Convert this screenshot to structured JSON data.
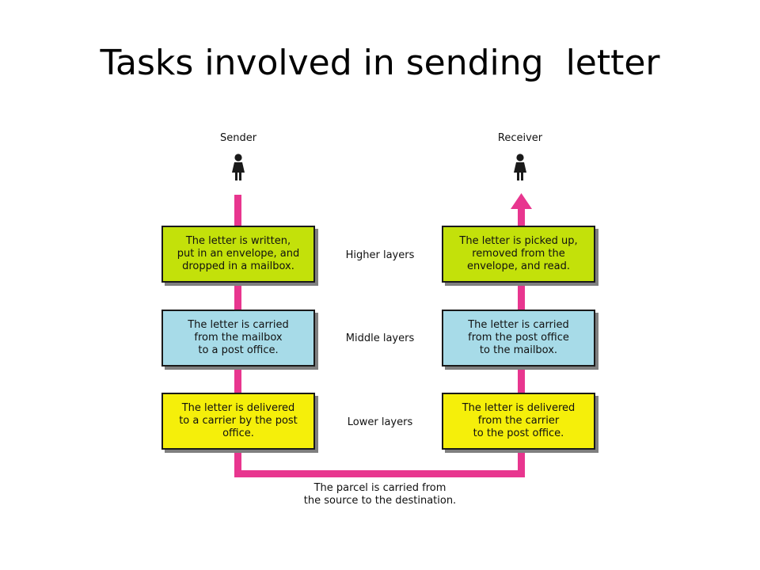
{
  "title": "Tasks involved in sending  letter",
  "colors": {
    "pipe": "#e8368f",
    "higher": "#c3e10a",
    "middle": "#a7dbe8",
    "lower": "#f5ef0a"
  },
  "sender": {
    "label": "Sender",
    "icon": "person-icon",
    "higher": "The letter is written,\nput in an envelope, and\ndropped in a mailbox.",
    "middle": "The letter is carried\nfrom the mailbox\nto a post office.",
    "lower": "The letter is delivered\nto a carrier by the post\noffice."
  },
  "receiver": {
    "label": "Receiver",
    "icon": "person-icon",
    "higher": "The letter is picked up,\nremoved from the\nenvelope, and read.",
    "middle": "The letter is carried\nfrom the post office\nto the mailbox.",
    "lower": "The letter is delivered\nfrom the carrier\nto the post office."
  },
  "layers": {
    "higher": "Higher layers",
    "middle": "Middle layers",
    "lower": "Lower layers"
  },
  "transport": "The parcel is carried from\nthe source to the destination."
}
